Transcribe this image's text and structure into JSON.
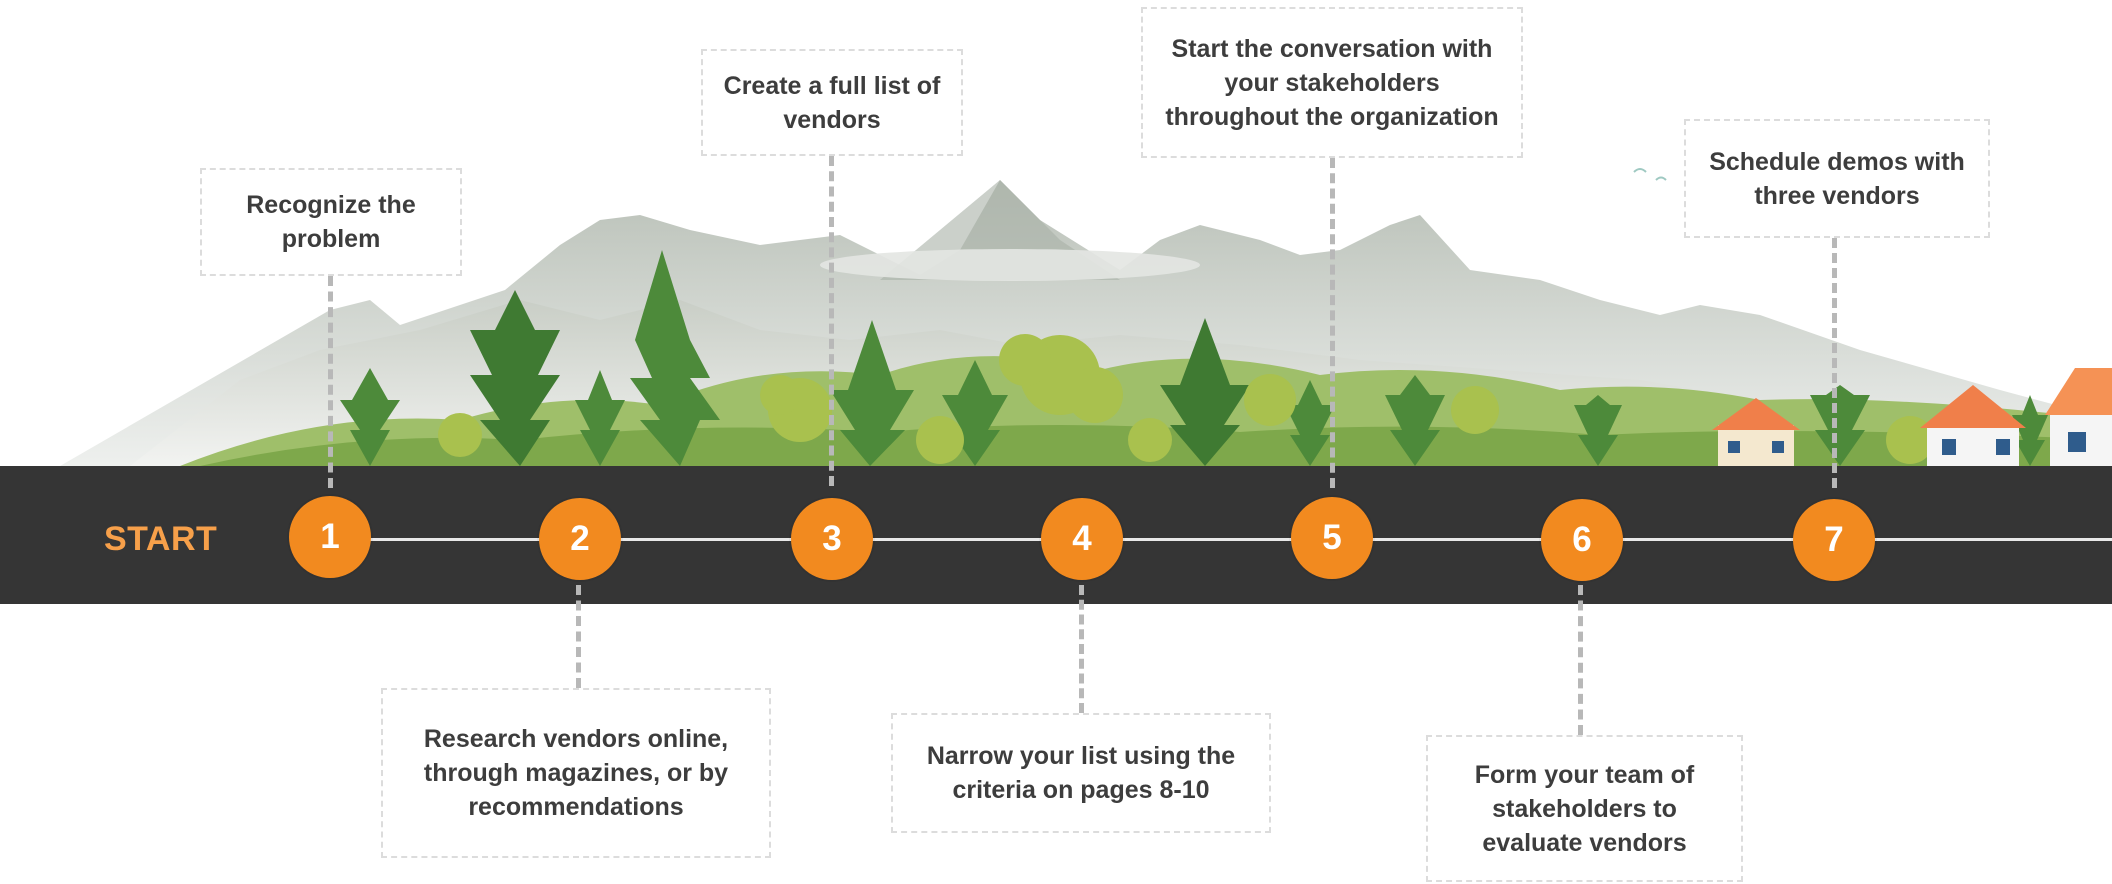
{
  "start_label": "START",
  "steps": [
    {
      "number": "1",
      "text": "Recognize the problem"
    },
    {
      "number": "2",
      "text": "Research vendors online, through magazines, or by recommendations"
    },
    {
      "number": "3",
      "text": "Create a full list of vendors"
    },
    {
      "number": "4",
      "text": "Narrow your list using the criteria on pages 8-10"
    },
    {
      "number": "5",
      "text": "Start the conversation with your stakeholders throughout the organization"
    },
    {
      "number": "6",
      "text": "Form your team of stakeholders to evaluate vendors"
    },
    {
      "number": "7",
      "text": "Schedule demos with three vendors"
    }
  ],
  "colors": {
    "step_fill": "#f28a1f",
    "start_text": "#f7a04a",
    "road": "#353535",
    "box_border": "#dcdcdc"
  }
}
